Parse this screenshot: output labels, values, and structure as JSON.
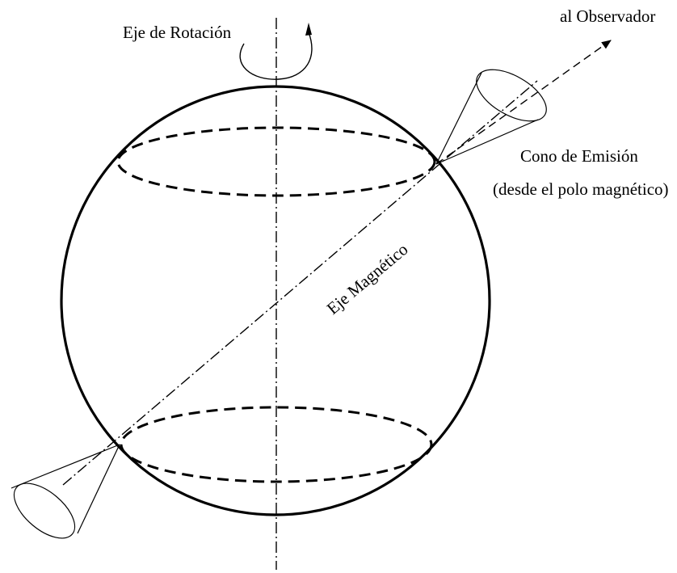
{
  "labels": {
    "rotation_axis": "Eje de Rotación",
    "observer": "al Observador",
    "emission_cone": "Cono de Emisión",
    "emission_cone_sub": "(desde el polo magnético)",
    "magnetic_axis": "Eje Magnético"
  },
  "colors": {
    "ink": "#000000",
    "background": "#ffffff"
  }
}
